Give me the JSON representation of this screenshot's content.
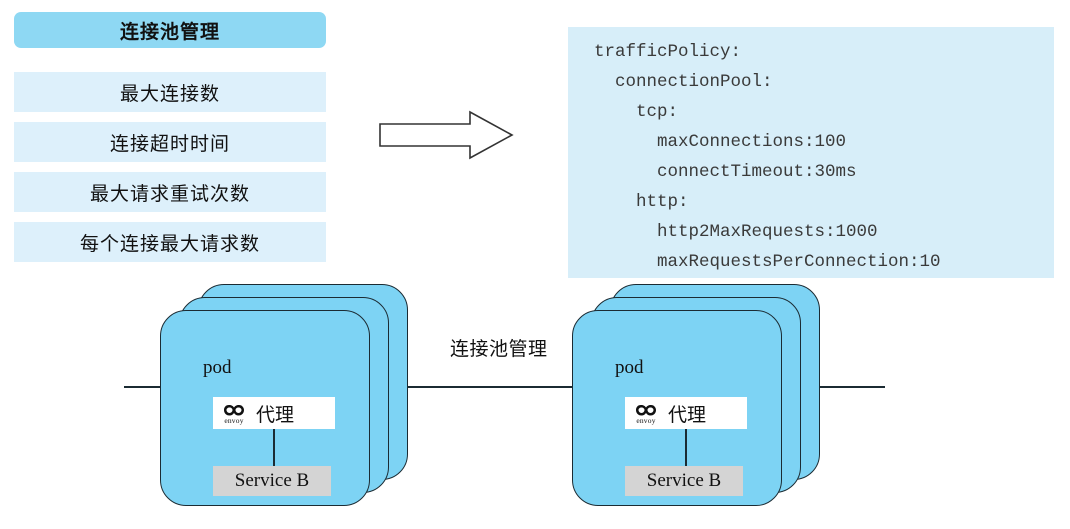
{
  "feature_list": {
    "header": "连接池管理",
    "items": [
      "最大连接数",
      "连接超时时间",
      "最大请求重试次数",
      "每个连接最大请求数"
    ]
  },
  "arrow": {
    "name": "block-arrow-right"
  },
  "code_panel": {
    "lines": [
      "trafficPolicy:",
      "  connectionPool:",
      "    tcp:",
      "      maxConnections:100",
      "      connectTimeout:30ms",
      "    http:",
      "      http2MaxRequests:1000",
      "      maxRequestsPerConnection:10"
    ]
  },
  "diagram": {
    "mid_label": "连接池管理",
    "pods": [
      {
        "id": "left",
        "pod_label": "pod",
        "proxy_label": "代理",
        "envoy_label": "envoy",
        "service_label": "Service B"
      },
      {
        "id": "right",
        "pod_label": "pod",
        "proxy_label": "代理",
        "envoy_label": "envoy",
        "service_label": "Service B"
      }
    ]
  },
  "colors": {
    "header_blue": "#8ed8f3",
    "item_blue": "#ddf0fb",
    "code_blue": "#d7eef9",
    "pod_blue": "#7dd3f4",
    "service_gray": "#d4d4d4",
    "stroke": "#1b2b33"
  }
}
